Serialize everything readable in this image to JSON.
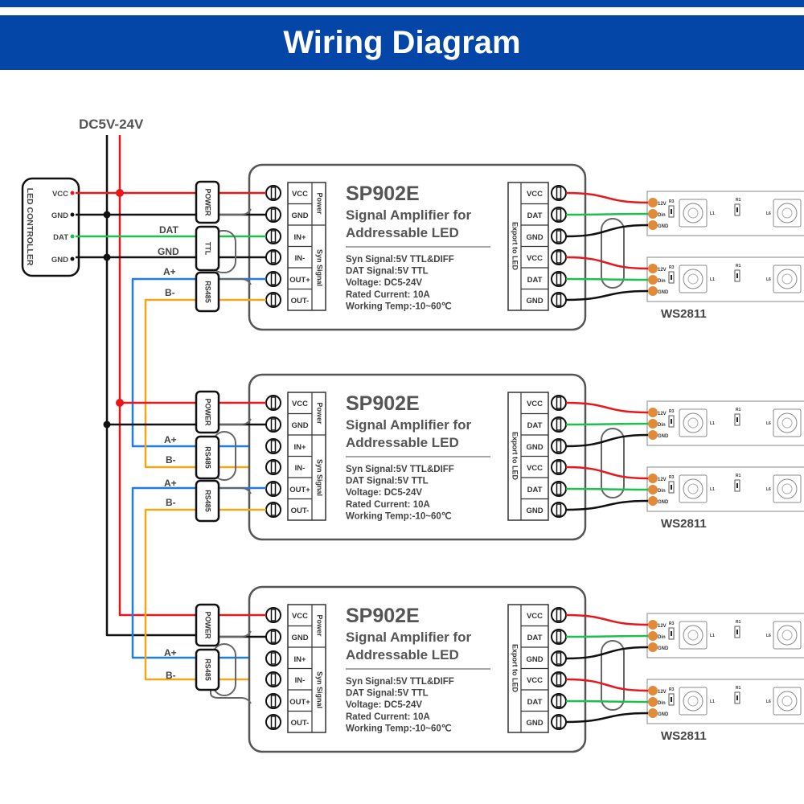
{
  "header": {
    "title": "Wiring Diagram"
  },
  "power_label": "DC5V-24V",
  "controller": {
    "title": "LED CONTROLLER",
    "pins": [
      "VCC",
      "GND",
      "DAT",
      "GND"
    ]
  },
  "wire_labels": {
    "dat": "DAT",
    "gnd": "GND",
    "a_plus": "A+",
    "b_minus": "B-"
  },
  "connectors": {
    "power": "POWER",
    "ttl": "TTL",
    "rs485": "RS485"
  },
  "module": {
    "model": "SP902E",
    "subtitle_line1": "Signal Amplifier for",
    "subtitle_line2": "Addressable LED",
    "specs": [
      "Syn Signal:5V TTL&DIFF",
      "DAT Signal:5V TTL",
      "Voltage: DC5-24V",
      "Rated Current: 10A",
      "Working Temp:-10~60℃"
    ],
    "input_pins": [
      "VCC",
      "GND",
      "IN+",
      "IN-",
      "OUT+",
      "OUT-"
    ],
    "input_groups": [
      "Power",
      "Syn Signal"
    ],
    "output_pins": [
      "VCC",
      "DAT",
      "GND",
      "VCC",
      "DAT",
      "GND"
    ],
    "output_group": "Export to LED"
  },
  "strip": {
    "label": "WS2811",
    "pads": [
      "12V",
      "Din",
      "GND"
    ],
    "parts": [
      "R3",
      "L1",
      "R1",
      "L6"
    ]
  },
  "colors": {
    "header": "#0346a8",
    "vcc": "#e8171c",
    "gnd": "#111111",
    "dat": "#1fbf4f",
    "a_plus": "#1f7de0",
    "b_minus": "#f0a818",
    "outline": "#555555",
    "pad": "#e08a3a"
  }
}
